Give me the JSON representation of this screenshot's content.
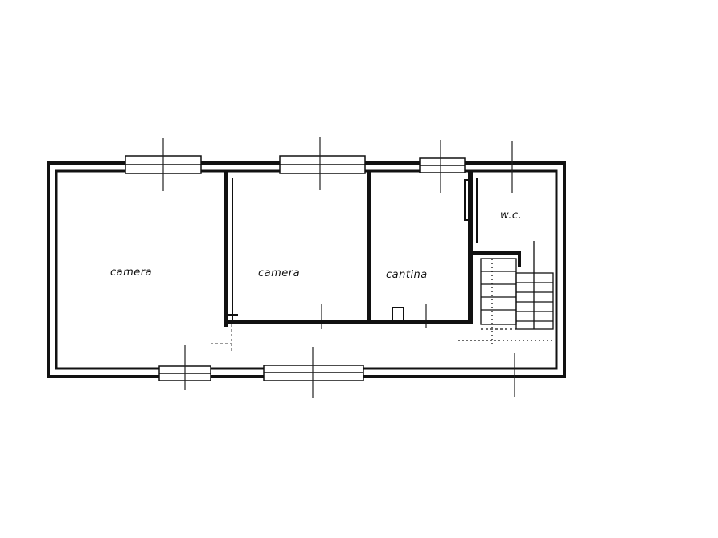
{
  "plan": {
    "rooms": [
      {
        "key": "camera1",
        "label": "camera"
      },
      {
        "key": "camera2",
        "label": "camera"
      },
      {
        "key": "cantina",
        "label": "cantina"
      },
      {
        "key": "wc",
        "label": "w.c."
      }
    ],
    "colors": {
      "ink": "#111111",
      "paper": "#ffffff"
    }
  }
}
